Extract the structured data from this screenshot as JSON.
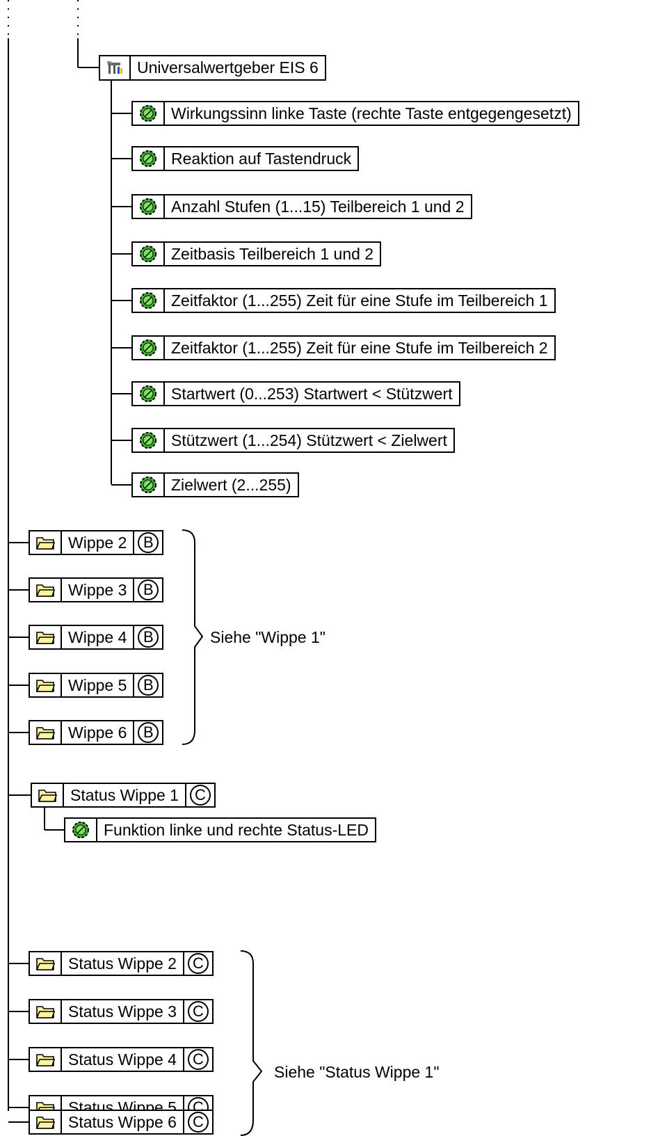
{
  "root_node": {
    "label": "Universalwertgeber EIS 6",
    "icon": "tool-icon"
  },
  "parameters": [
    "Wirkungssinn linke Taste (rechte Taste entgegengesetzt)",
    "Reaktion auf Tastendruck",
    "Anzahl Stufen (1...15) Teilbereich 1 und 2",
    "Zeitbasis Teilbereich 1 und 2",
    "Zeitfaktor (1...255) Zeit für eine Stufe im Teilbereich 1",
    "Zeitfaktor (1...255) Zeit für eine Stufe im Teilbereich 2",
    "Startwert (0...253) Startwert < Stützwert",
    "Stützwert (1...254) Stützwert < Zielwert",
    "Zielwert (2...255)"
  ],
  "wippe_folders": [
    {
      "label": "Wippe 2",
      "badge": "B"
    },
    {
      "label": "Wippe 3",
      "badge": "B"
    },
    {
      "label": "Wippe 4",
      "badge": "B"
    },
    {
      "label": "Wippe 5",
      "badge": "B"
    },
    {
      "label": "Wippe 6",
      "badge": "B"
    }
  ],
  "wippe_note": "Siehe \"Wippe 1\"",
  "status_wippe_1": {
    "label": "Status Wippe 1",
    "badge": "C",
    "child": "Funktion linke und rechte Status-LED"
  },
  "status_folders": [
    {
      "label": "Status Wippe 2",
      "badge": "C"
    },
    {
      "label": "Status Wippe 3",
      "badge": "C"
    },
    {
      "label": "Status Wippe 4",
      "badge": "C"
    },
    {
      "label": "Status Wippe 5",
      "badge": "C"
    },
    {
      "label": "Status Wippe 6",
      "badge": "C"
    }
  ],
  "status_note": "Siehe \"Status Wippe 1\"",
  "icons": {
    "parameter": "green-leaf-icon",
    "folder": "folder-icon"
  },
  "colors": {
    "leaf_green": "#3bb02e",
    "folder_yellow": "#fff4a0"
  }
}
